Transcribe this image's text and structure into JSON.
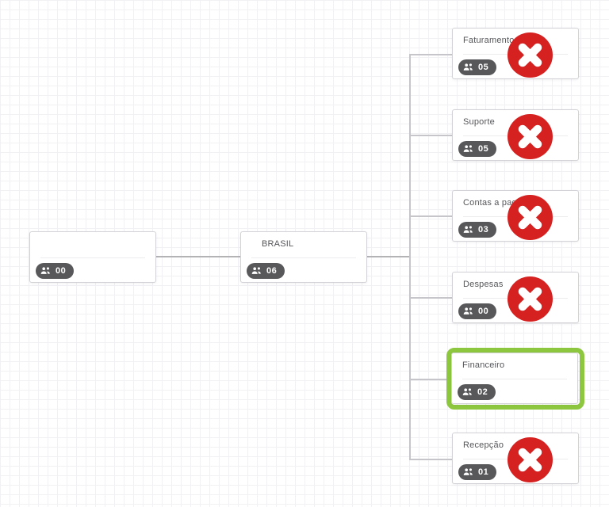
{
  "app": {
    "view": "organization-chart-editor"
  },
  "colors": {
    "background": "#ffffff",
    "grid_line": "#f1f1f4",
    "node_border": "#d3d3d7",
    "title_text": "#55565a",
    "badge_bg": "#58585b",
    "badge_text": "#ffffff",
    "connector_main": "#b3b3b6",
    "connector_branch": "#c6c6ca",
    "delete_red": "#d62121",
    "highlight_green": "#8dc63f"
  },
  "icons": {
    "badge": "users-group-icon",
    "delete": "red-circle-x-icon"
  },
  "nodes": {
    "root": {
      "title": "",
      "count": "00"
    },
    "parent": {
      "title": "BRASIL",
      "count": "06"
    },
    "children": [
      {
        "title": "Faturamento",
        "count": "05",
        "marked_for_delete": true,
        "selected": false
      },
      {
        "title": "Suporte",
        "count": "05",
        "marked_for_delete": true,
        "selected": false
      },
      {
        "title": "Contas a pagar",
        "count": "03",
        "marked_for_delete": true,
        "selected": false
      },
      {
        "title": "Despesas",
        "count": "00",
        "marked_for_delete": true,
        "selected": false
      },
      {
        "title": "Financeiro",
        "count": "02",
        "marked_for_delete": false,
        "selected": true
      },
      {
        "title": "Recepção",
        "count": "01",
        "marked_for_delete": true,
        "selected": false
      }
    ]
  }
}
